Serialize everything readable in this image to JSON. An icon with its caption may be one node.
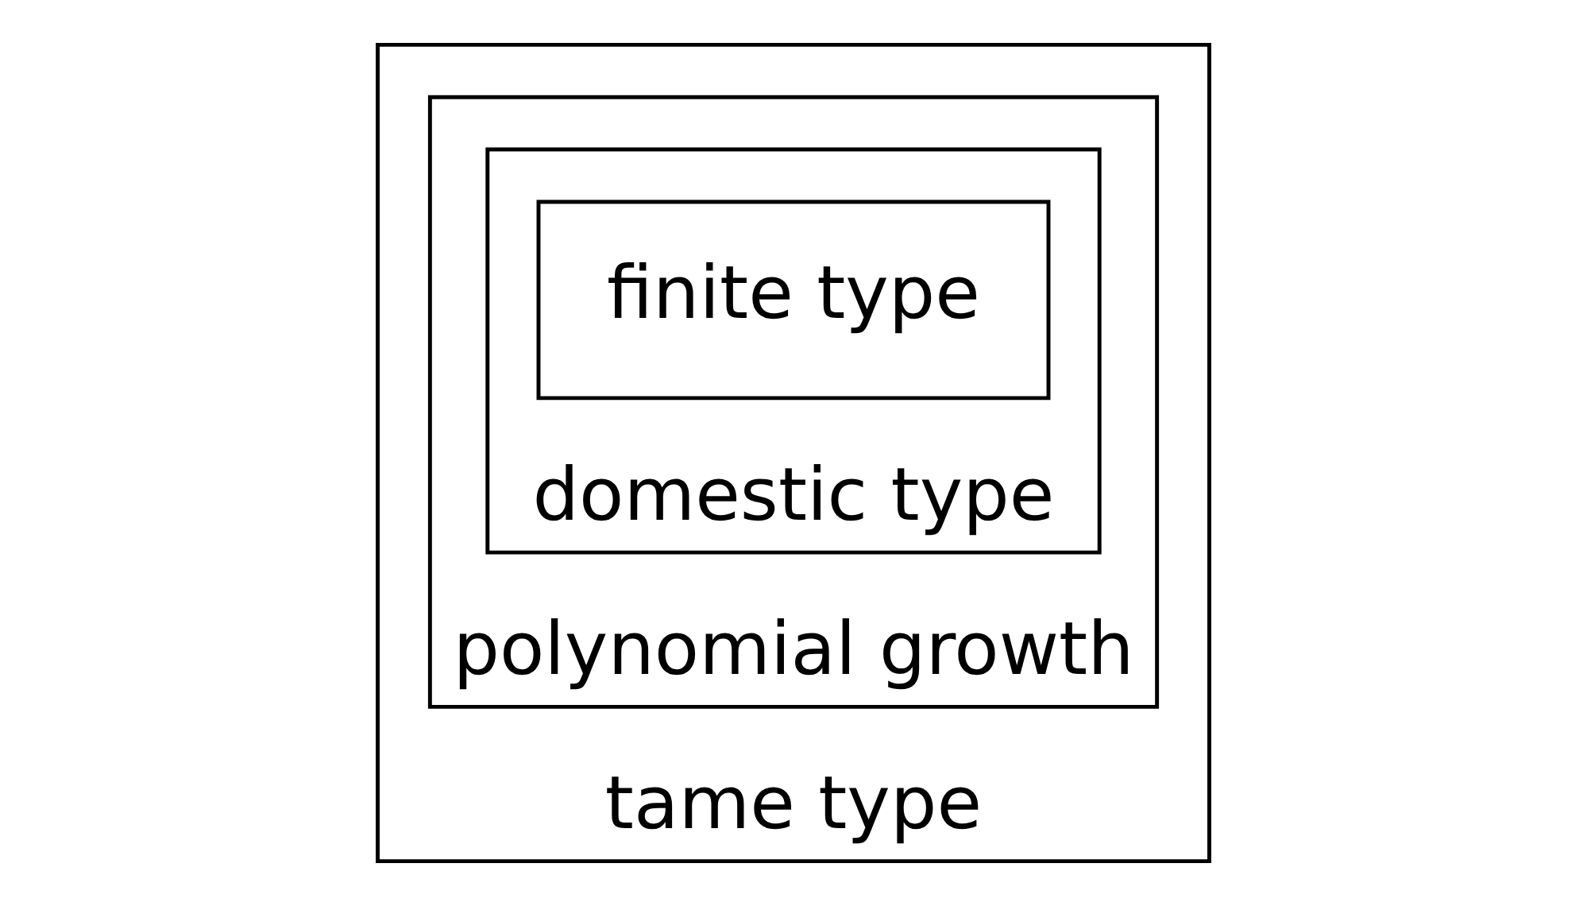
{
  "diagram": {
    "nodes": [
      {
        "text": [
          "tame type"
        ]
      },
      {
        "text": [
          "polynomial growth"
        ],
        "in": 0
      },
      {
        "text": [
          "domestic type"
        ],
        "in": 1
      },
      {
        "text": [
          "finite type"
        ],
        "in": 2
      }
    ],
    "edges": []
  }
}
